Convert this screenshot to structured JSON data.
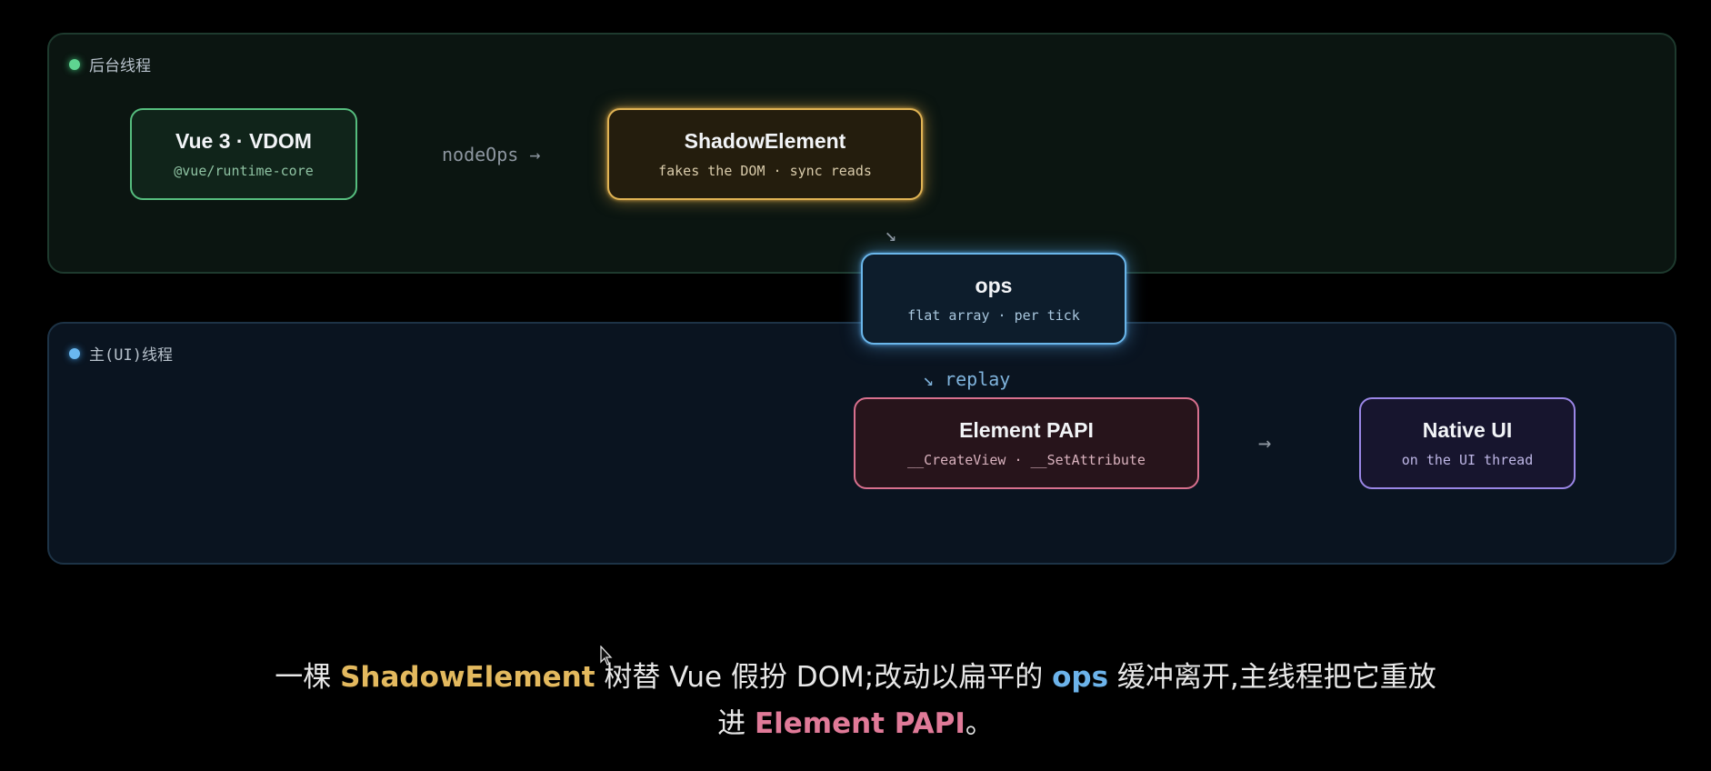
{
  "panels": {
    "background_thread": {
      "label": "后台线程",
      "color": "#5fd491"
    },
    "main_thread": {
      "label": "主(UI)线程",
      "color": "#6ab8f0"
    }
  },
  "nodes": {
    "vue": {
      "title": "Vue 3 · VDOM",
      "subtitle": "@vue/runtime-core",
      "color": "#56bd7e"
    },
    "shadow": {
      "title": "ShadowElement",
      "subtitle": "fakes the DOM · sync reads",
      "color": "#e0b354"
    },
    "ops": {
      "title": "ops",
      "subtitle": "flat array · per tick",
      "color": "#6ab6ea"
    },
    "papi": {
      "title": "Element PAPI",
      "subtitle": "__CreateView · __SetAttribute",
      "color": "#d8708e"
    },
    "native": {
      "title": "Native UI",
      "subtitle": "on the UI thread",
      "color": "#9a86e6"
    }
  },
  "edges": {
    "vue_to_shadow": "nodeOps →",
    "shadow_to_ops": "↘",
    "ops_to_papi": "↘ replay",
    "papi_to_native": "→"
  },
  "caption": {
    "line1": {
      "t1": "一棵 ",
      "h1": "ShadowElement",
      "t2": " 树替 Vue 假扮 DOM;改动以扁平的 ",
      "h2": "ops",
      "t3": " 缓冲离开,主线程把它重放"
    },
    "line2": {
      "t1": "进 ",
      "h1": "Element PAPI",
      "t2": "。"
    }
  }
}
